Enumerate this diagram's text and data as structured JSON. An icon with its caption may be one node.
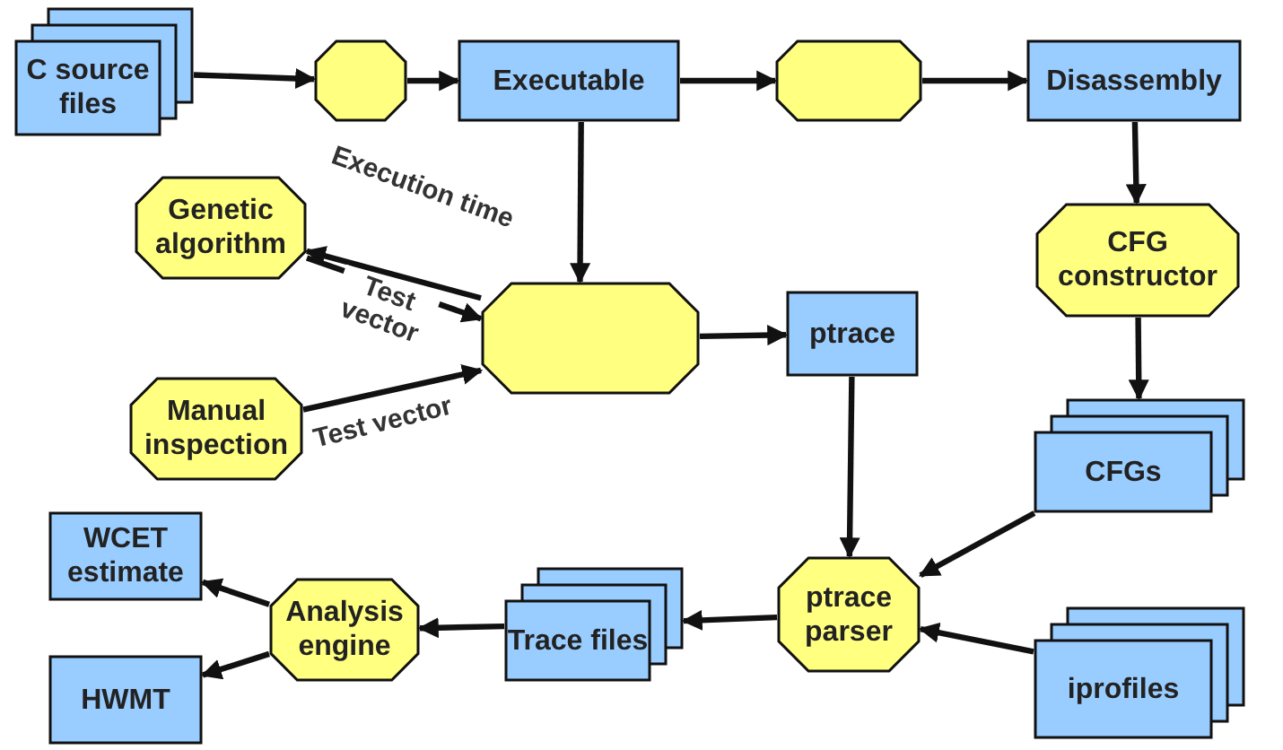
{
  "diagram": {
    "nodes": [
      {
        "text": [
          "C source files"
        ]
      },
      {
        "text": [],
        "shape": "octagon"
      },
      {
        "text": [
          "Executable"
        ]
      },
      {
        "text": [],
        "shape": "octagon"
      },
      {
        "text": [
          "Disassembly"
        ]
      },
      {
        "text": [
          "Genetic algorithm"
        ]
      },
      {
        "text": [
          "CFG constructor"
        ]
      },
      {
        "text": [],
        "shape": "octagon"
      },
      {
        "text": [
          "ptrace"
        ]
      },
      {
        "text": [
          "Manual inspection"
        ]
      },
      {
        "text": [
          "CFGs"
        ]
      },
      {
        "text": [
          "WCET estimate"
        ]
      },
      {
        "text": [
          "Analysis engine"
        ]
      },
      {
        "text": [
          "Trace files"
        ]
      },
      {
        "text": [
          "ptrace parser"
        ]
      },
      {
        "text": [
          "HWMT"
        ]
      },
      {
        "text": [
          "iprofiles"
        ]
      }
    ],
    "edges": [
      {
        "from": 0,
        "to": 1,
        "arrow": "to"
      },
      {
        "from": 1,
        "to": 2,
        "arrow": "to"
      },
      {
        "from": 2,
        "to": 3,
        "arrow": "to"
      },
      {
        "from": 3,
        "to": 4,
        "arrow": "to"
      },
      {
        "from": 4,
        "to": 6,
        "arrow": "to"
      },
      {
        "from": 6,
        "to": 10,
        "arrow": "to"
      },
      {
        "from": 2,
        "to": 7,
        "arrow": "to"
      },
      {
        "from": 7,
        "to": 5,
        "arrow": "to",
        "label": "Execution time"
      },
      {
        "from": 5,
        "to": 7,
        "arrow": "to",
        "label": "Test vector"
      },
      {
        "from": 9,
        "to": 7,
        "arrow": "to",
        "label": "Test vector"
      },
      {
        "from": 7,
        "to": 8,
        "arrow": "to"
      },
      {
        "from": 8,
        "to": 14,
        "arrow": "to"
      },
      {
        "from": 10,
        "to": 14,
        "arrow": "to"
      },
      {
        "from": 16,
        "to": 14,
        "arrow": "to"
      },
      {
        "from": 14,
        "to": 13,
        "arrow": "to"
      },
      {
        "from": 13,
        "to": 12,
        "arrow": "to"
      },
      {
        "from": 12,
        "to": 11,
        "arrow": "to"
      },
      {
        "from": 12,
        "to": 15,
        "arrow": "to"
      }
    ]
  }
}
